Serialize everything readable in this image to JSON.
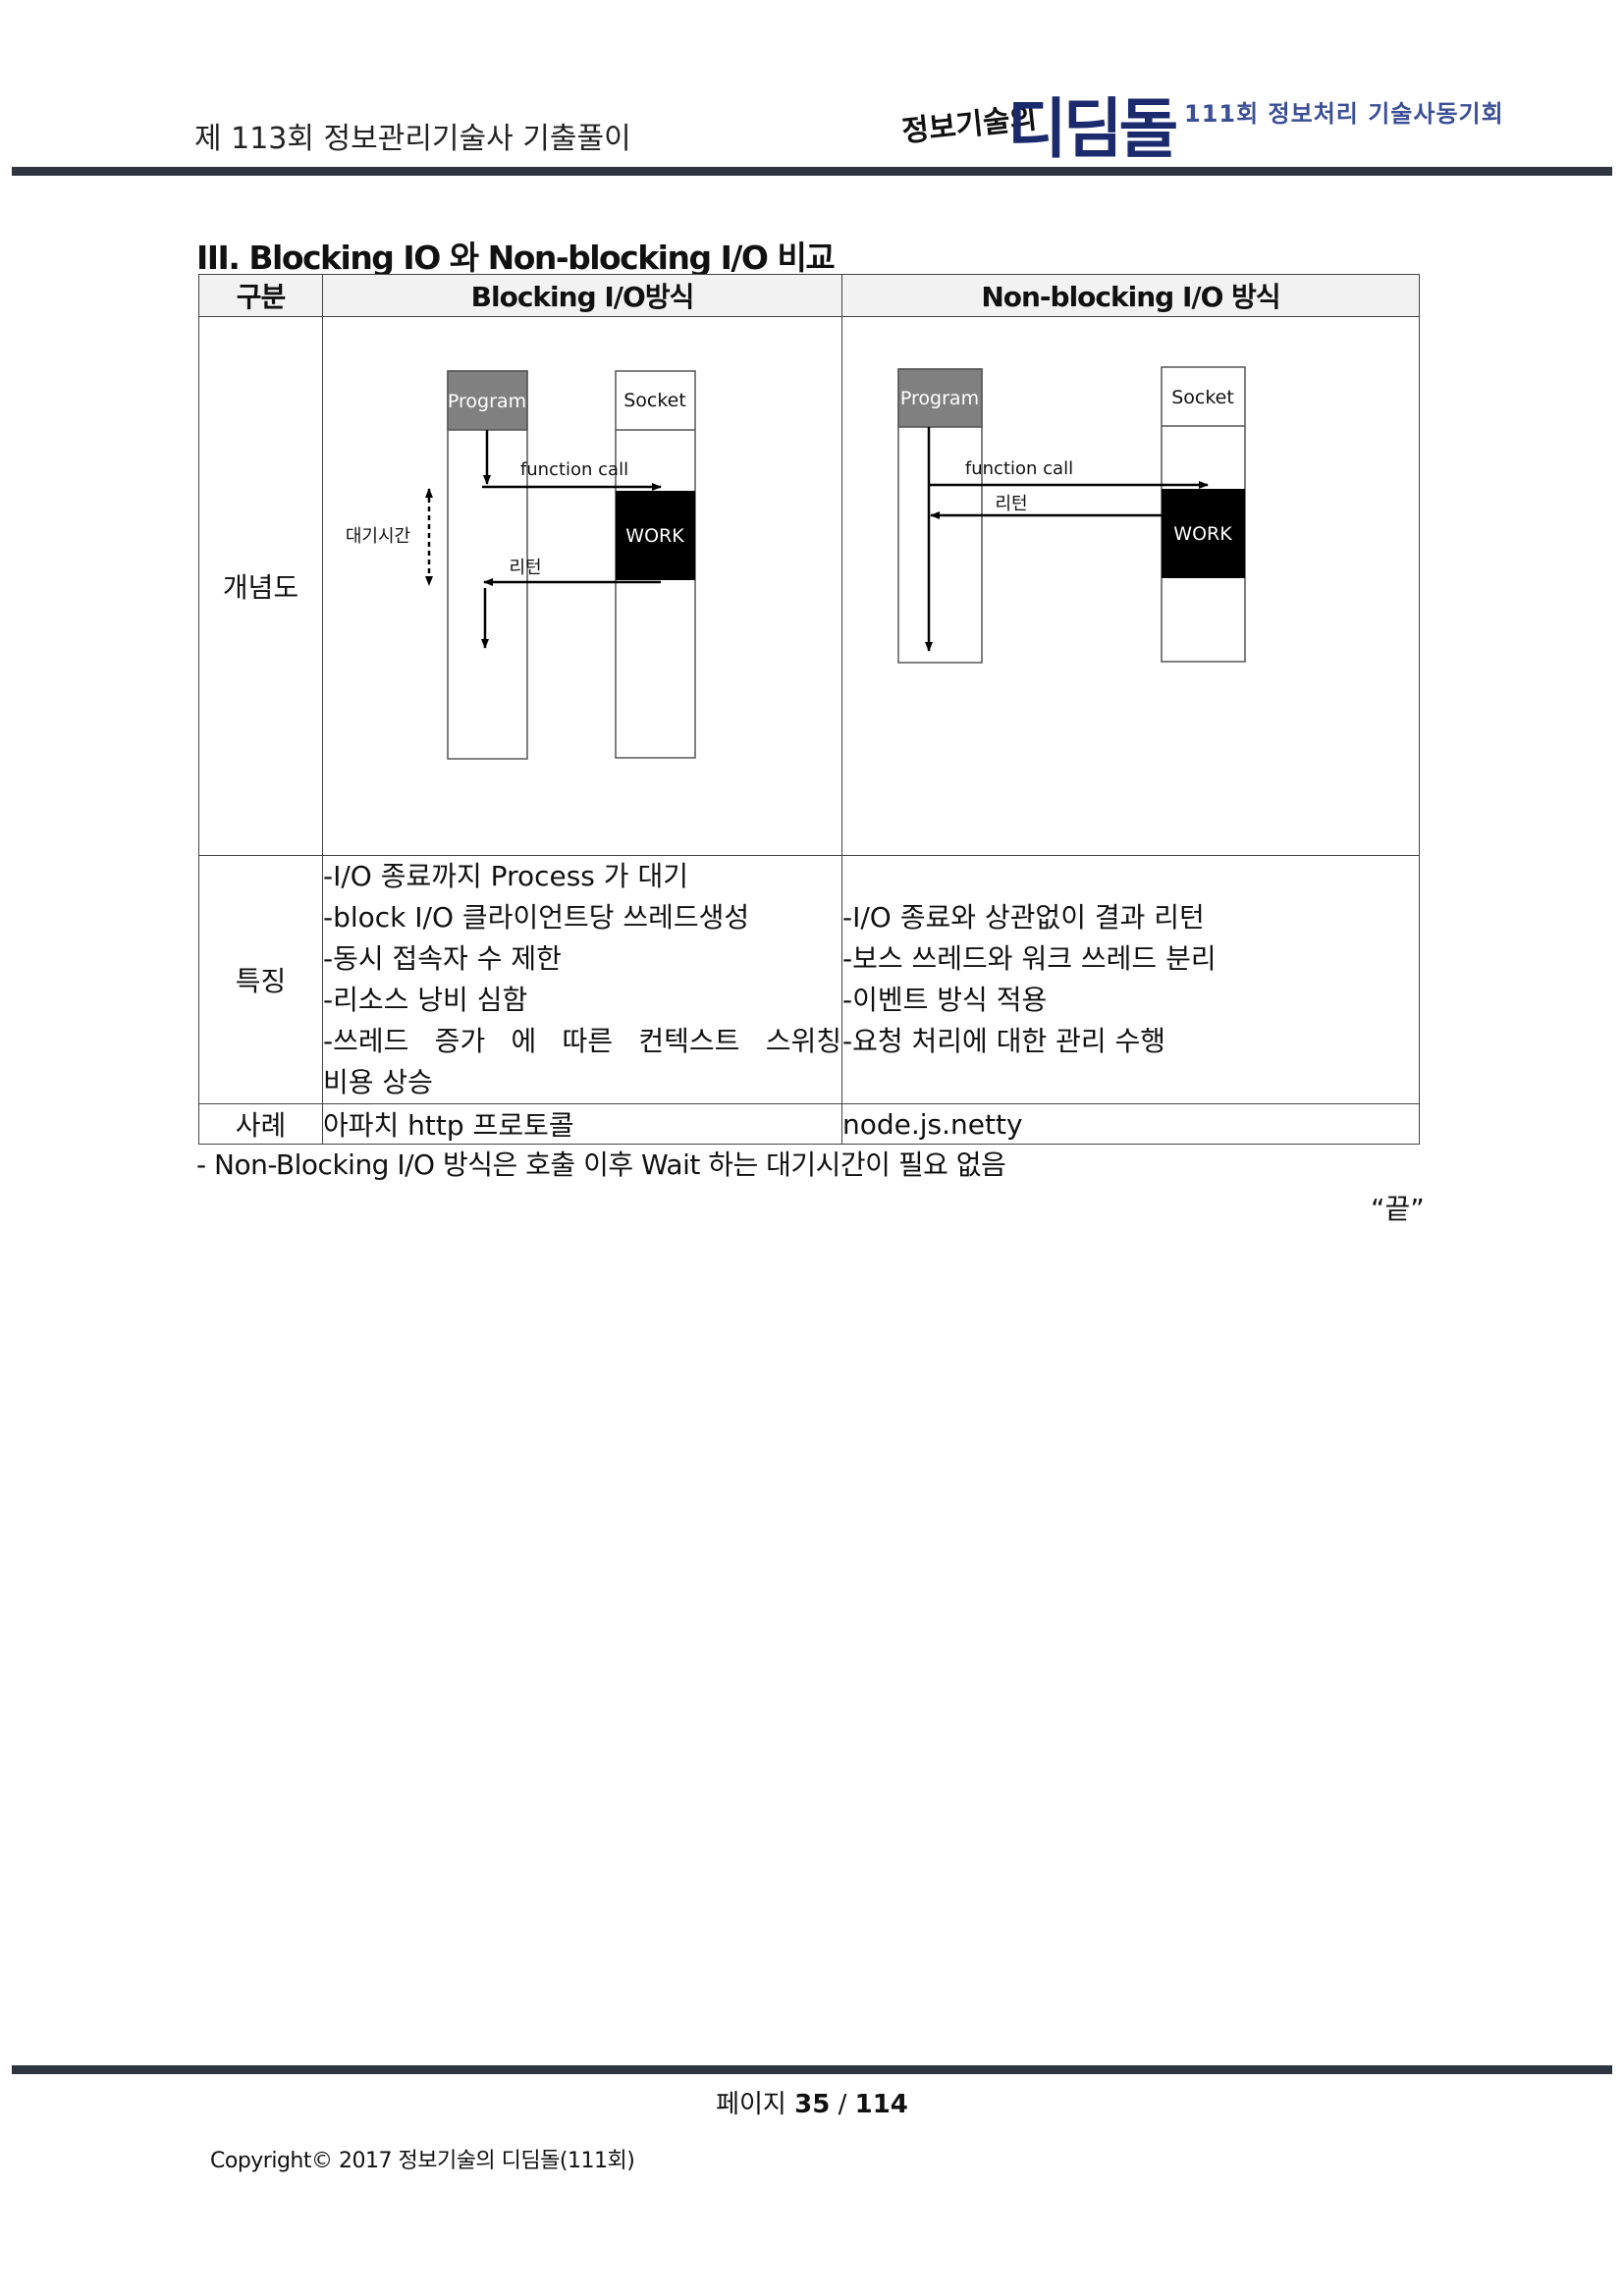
{
  "header": {
    "title": "제 113회 정보관리기술사 기출풀이",
    "logo_small": "정보기술의",
    "logo_big": "디딤돌",
    "logo_sub": "111회 정보처리 기술사동기회"
  },
  "section": {
    "title": "III. Blocking IO 와 Non-blocking I/O 비교"
  },
  "table": {
    "headers": [
      "구분",
      "Blocking I/O방식",
      "Non-blocking I/O 방식"
    ],
    "row_diagram_label": "개념도",
    "row_features_label": "특징",
    "row_case_label": "사례",
    "blocking_features": [
      "-I/O 종료까지 Process 가 대기",
      "-block I/O 클라이언트당 쓰레드생성",
      "-동시 접속자 수 제한",
      "-리소스 낭비 심함",
      "-쓰레드 증가 에 따른 컨텍스트 스위칭",
      "비용 상승"
    ],
    "nonblocking_features": [
      "-I/O 종료와 상관없이 결과 리턴",
      "-보스 쓰레드와 워크 쓰레드 분리",
      "-이벤트 방식 적용",
      "-요청 처리에 대한 관리 수행"
    ],
    "blocking_case": "아파치 http 프로토콜",
    "nonblocking_case": "node.js.netty"
  },
  "diagram": {
    "program": "Program",
    "socket": "Socket",
    "function_call": "function call",
    "return_label": "리턴",
    "work": "WORK",
    "wait_label": "대기시간",
    "colors": {
      "program_fill": "#808080",
      "work_fill": "#000000"
    }
  },
  "note": "- Non-Blocking I/O 방식은 호출 이후 Wait 하는 대기시간이 필요 없음",
  "end_mark": "“끝”",
  "footer": {
    "page_label": "페이지",
    "page_current": "35",
    "page_sep": "/",
    "page_total": "114",
    "copyright": "Copyright© 2017 정보기술의 디딤돌(111회)"
  }
}
